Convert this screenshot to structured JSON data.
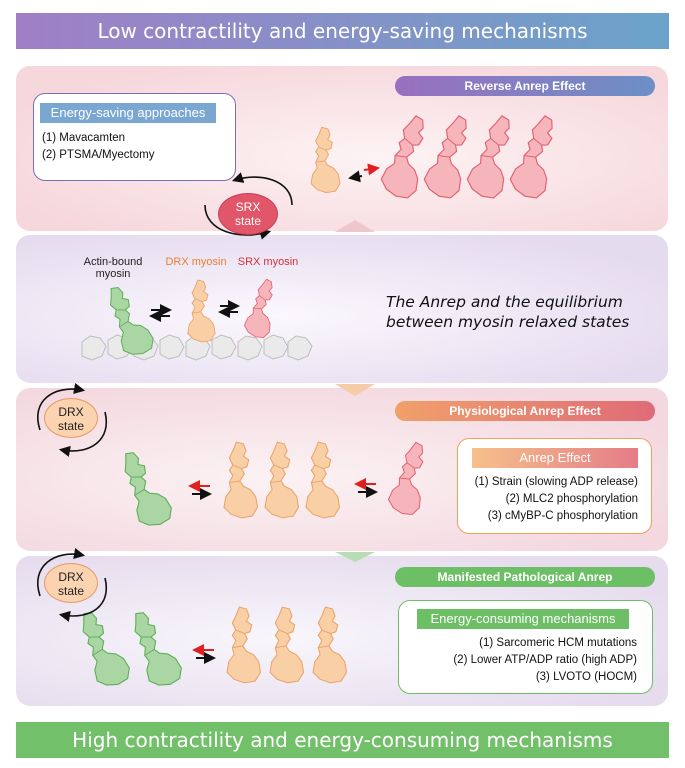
{
  "top_banner": "Low contractility and energy-saving mechanisms",
  "bottom_banner": "High contractility and energy-consuming mechanisms",
  "panel1": {
    "pill": "Reverse Anrep Effect",
    "box_title": "Energy-saving approaches",
    "items": [
      "(1) Mavacamten",
      "(2) PTSMA/Myectomy"
    ],
    "state_oval": [
      "SRX",
      "state"
    ]
  },
  "panel2": {
    "label_actin": [
      "Actin-bound",
      "myosin"
    ],
    "label_drx": "DRX myosin",
    "label_srx": "SRX myosin",
    "caption": [
      "The Anrep and the equilibrium",
      "between myosin relaxed states"
    ]
  },
  "panel3": {
    "pill": "Physiological Anrep Effect",
    "box_title": "Anrep Effect",
    "items": [
      "(1) Strain (slowing ADP release)",
      "(2) MLC2 phosphorylation",
      "(3) cMyBP-C phosphorylation"
    ],
    "state_oval": [
      "DRX",
      "state"
    ]
  },
  "panel4": {
    "pill": "Manifested Pathological Anrep",
    "box_title": "Energy-consuming mechanisms",
    "items": [
      "(1) Sarcomeric HCM mutations",
      "(2) Lower ATP/ADP ratio (high ADP)",
      "(3) LVOTO (HOCM)"
    ],
    "state_oval": [
      "DRX",
      "state"
    ]
  },
  "colors": {
    "srx_red": "#f08a95",
    "drx_orange": "#f8c08c",
    "actin_green": "#8fc98a",
    "arrow_red": "#e02020",
    "arrow_black": "#111111"
  }
}
